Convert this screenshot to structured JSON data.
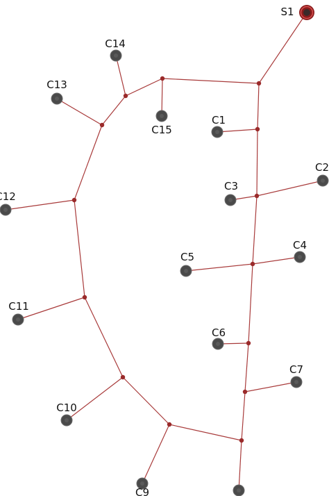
{
  "colors": {
    "pipe": "#a83a3a",
    "junction": "#9a2a2a",
    "consumer": "#4a4a4a",
    "source": "#8a1c1c",
    "background": "#ffffff"
  },
  "source": {
    "label": "S1"
  },
  "consumers": [
    {
      "id": "c1",
      "label": "C1"
    },
    {
      "id": "c2",
      "label": "C2"
    },
    {
      "id": "c3",
      "label": "C3"
    },
    {
      "id": "c4",
      "label": "C4"
    },
    {
      "id": "c5",
      "label": "C5"
    },
    {
      "id": "c6",
      "label": "C6"
    },
    {
      "id": "c7",
      "label": "C7"
    },
    {
      "id": "c8",
      "label": ""
    },
    {
      "id": "c9",
      "label": "C9"
    },
    {
      "id": "c10",
      "label": "C10"
    },
    {
      "id": "c11",
      "label": "C11"
    },
    {
      "id": "c12",
      "label": "C12"
    },
    {
      "id": "c13",
      "label": "C13"
    },
    {
      "id": "c14",
      "label": "C14"
    },
    {
      "id": "c15",
      "label": "C15"
    }
  ]
}
